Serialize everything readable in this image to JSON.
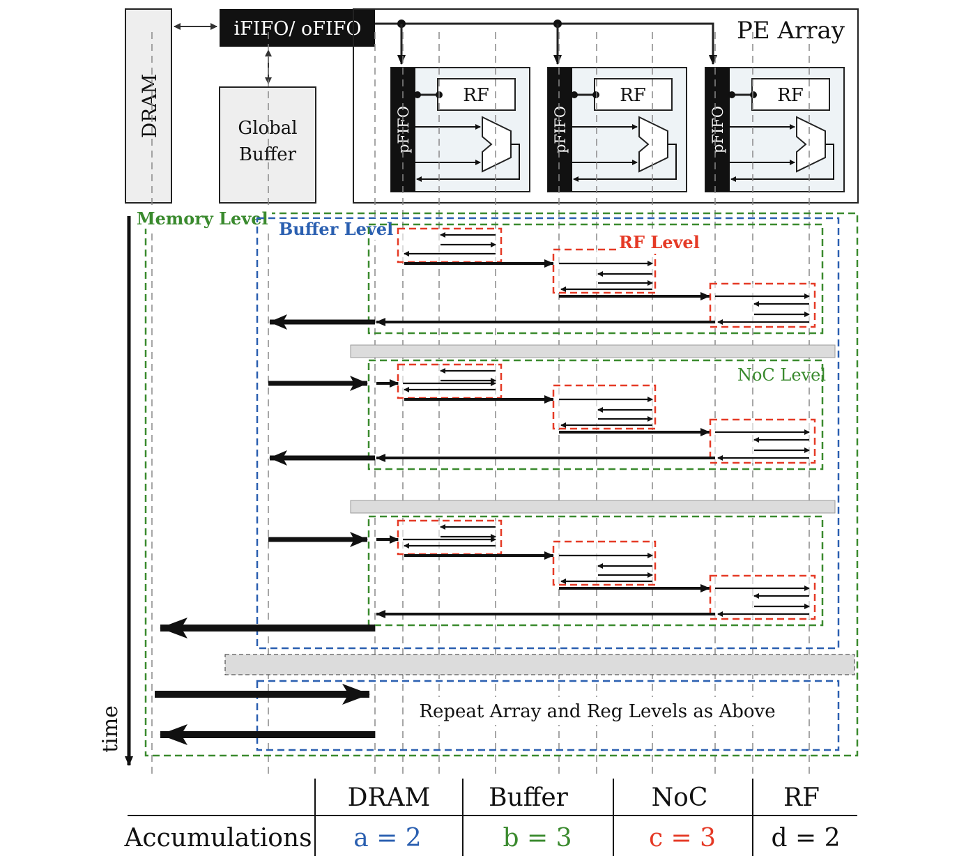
{
  "hardware": {
    "dram_label": "DRAM",
    "fifo_label": "iFIFO/ oFIFO",
    "global_buffer_line1": "Global",
    "global_buffer_line2": "Buffer",
    "pe_array_label": "PE Array",
    "pfifo_label": "pFIFO",
    "rf_label": "RF"
  },
  "levels": {
    "memory": "Memory Level",
    "buffer": "Buffer Level",
    "rf": "RF Level",
    "noc": "NoC Level",
    "repeat_note": "Repeat Array and Reg Levels as Above"
  },
  "time_label": "time",
  "table": {
    "headers": [
      "DRAM",
      "Buffer",
      "NoC",
      "RF"
    ],
    "row_label": "Accumulations",
    "values": [
      "a = 2",
      "b = 3",
      "c = 3",
      "d = 2"
    ]
  },
  "colors": {
    "memory_level": "#3a8a2e",
    "buffer_level": "#2a5fb0",
    "rf_level": "#e53a26",
    "noc_level": "#3a8a2e",
    "value_a": "#2a5fb0",
    "value_b": "#3a8a2e",
    "value_c": "#e53a26",
    "value_d": "#111111"
  }
}
